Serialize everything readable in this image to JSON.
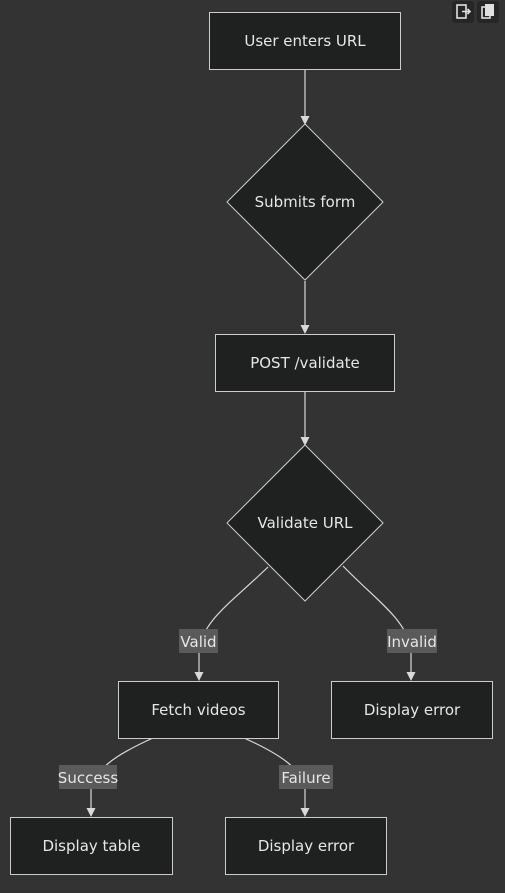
{
  "toolbar": {
    "export_icon": "export-icon",
    "copy_icon": "copy-icon"
  },
  "diagram": {
    "nodes": {
      "user_enters_url": "User enters URL",
      "submits_form": "Submits form",
      "post_validate": "POST /validate",
      "validate_url": "Validate URL",
      "fetch_videos": "Fetch videos",
      "display_error_invalid": "Display error",
      "display_table": "Display table",
      "display_error_failure": "Display error"
    },
    "edge_labels": {
      "valid": "Valid",
      "invalid": "Invalid",
      "success": "Success",
      "failure": "Failure"
    }
  },
  "colors": {
    "background": "#333333",
    "node_fill": "#1f2020",
    "node_stroke": "#cccccc",
    "text": "#e6e6e6",
    "edge": "#d9d9d9",
    "edge_label_bg": "#5a5a5a"
  }
}
